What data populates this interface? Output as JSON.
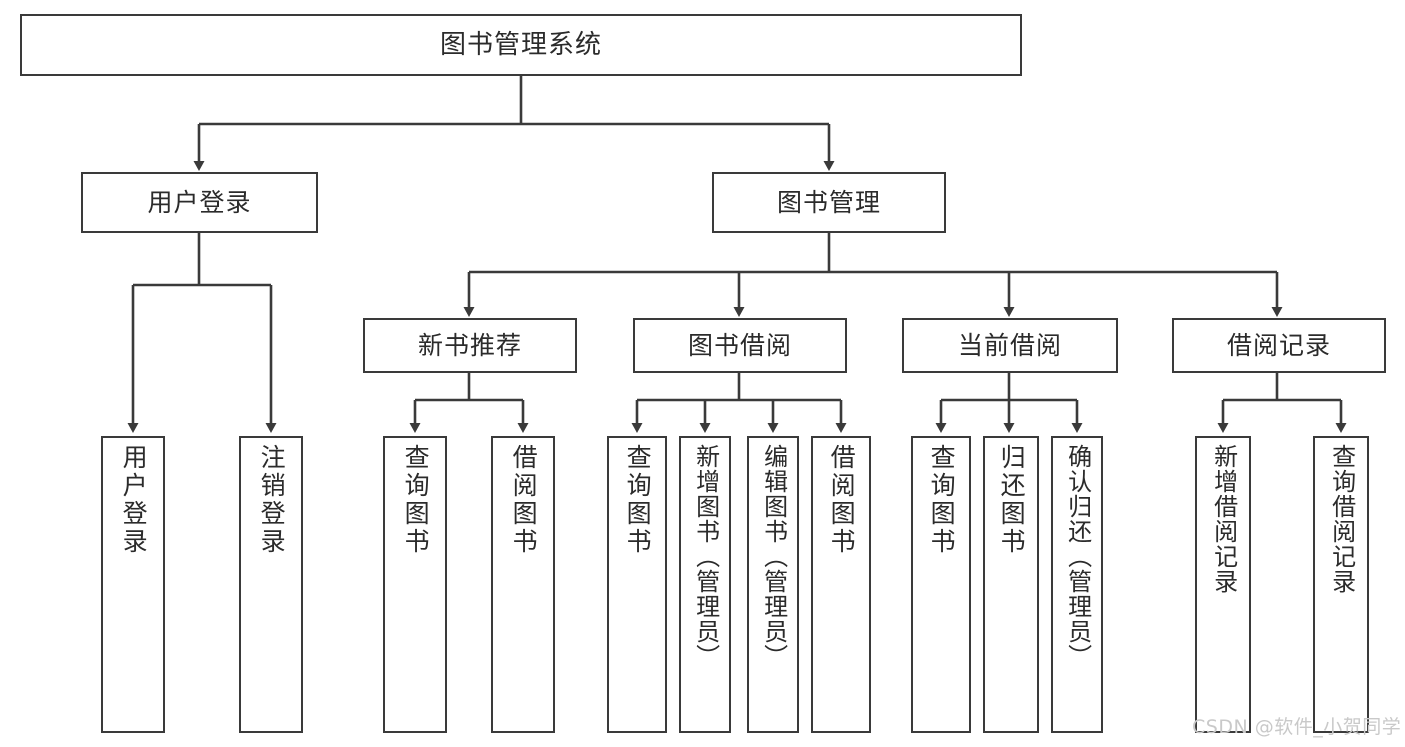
{
  "diagram": {
    "title": "图书管理系统",
    "type": "hierarchy-tree",
    "root": {
      "id": "root",
      "label": "图书管理系统"
    },
    "level2": [
      {
        "id": "user-login",
        "label": "用户登录"
      },
      {
        "id": "book-manage",
        "label": "图书管理"
      }
    ],
    "level3": [
      {
        "id": "new-book-recommend",
        "label": "新书推荐"
      },
      {
        "id": "book-borrow",
        "label": "图书借阅"
      },
      {
        "id": "current-borrow",
        "label": "当前借阅"
      },
      {
        "id": "borrow-record",
        "label": "借阅记录"
      }
    ],
    "leaves": {
      "user_login": [
        {
          "id": "leaf-user-login",
          "label": "用户登录"
        },
        {
          "id": "leaf-logout-login",
          "label": "注销登录"
        }
      ],
      "new_book_recommend": [
        {
          "id": "leaf-query-book-1",
          "label": "查询图书"
        },
        {
          "id": "leaf-borrow-book-1",
          "label": "借阅图书"
        }
      ],
      "book_borrow": [
        {
          "id": "leaf-query-book-2",
          "label": "查询图书"
        },
        {
          "id": "leaf-add-book",
          "label": "新增图书（管理员）"
        },
        {
          "id": "leaf-edit-book",
          "label": "编辑图书（管理员）"
        },
        {
          "id": "leaf-borrow-book-2",
          "label": "借阅图书"
        }
      ],
      "current_borrow": [
        {
          "id": "leaf-query-book-3",
          "label": "查询图书"
        },
        {
          "id": "leaf-return-book",
          "label": "归还图书"
        },
        {
          "id": "leaf-confirm-return",
          "label": "确认归还（管理员）"
        }
      ],
      "borrow_record": [
        {
          "id": "leaf-add-record",
          "label": "新增借阅记录"
        },
        {
          "id": "leaf-query-record",
          "label": "查询借阅记录"
        }
      ]
    },
    "colors": {
      "border": "#3a3a3a",
      "background": "#ffffff",
      "text": "#2b2b2b",
      "connector": "#3a3a3a",
      "watermark": "#c9c9c9"
    }
  },
  "watermark": {
    "text": "CSDN @软件_小贺同学"
  }
}
